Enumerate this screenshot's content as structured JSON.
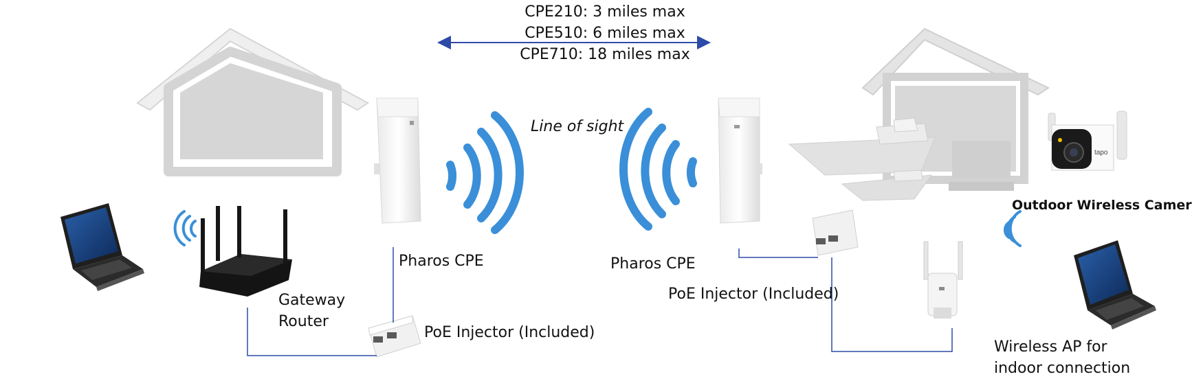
{
  "range_lines": [
    "CPE210: 3 miles max",
    "CPE510: 6 miles max",
    "CPE710: 18 miles max"
  ],
  "line_of_sight": "Line of sight",
  "left": {
    "cpe_label": "Pharos CPE",
    "router_label": [
      "Gateway",
      "Router"
    ],
    "poe_label": "PoE Injector (Included)"
  },
  "right": {
    "cpe_label": "Pharos CPE",
    "poe_label": "PoE Injector (Included)",
    "camera_label": "Outdoor Wireless Camera",
    "ap_label": [
      "Wireless AP for",
      "indoor connection"
    ],
    "camera_brand": "tapo"
  },
  "colors": {
    "signal": "#3a8fd8",
    "cable": "#2d4aa8",
    "arrow": "#2d4aa8",
    "house": "#d0d0d0"
  }
}
